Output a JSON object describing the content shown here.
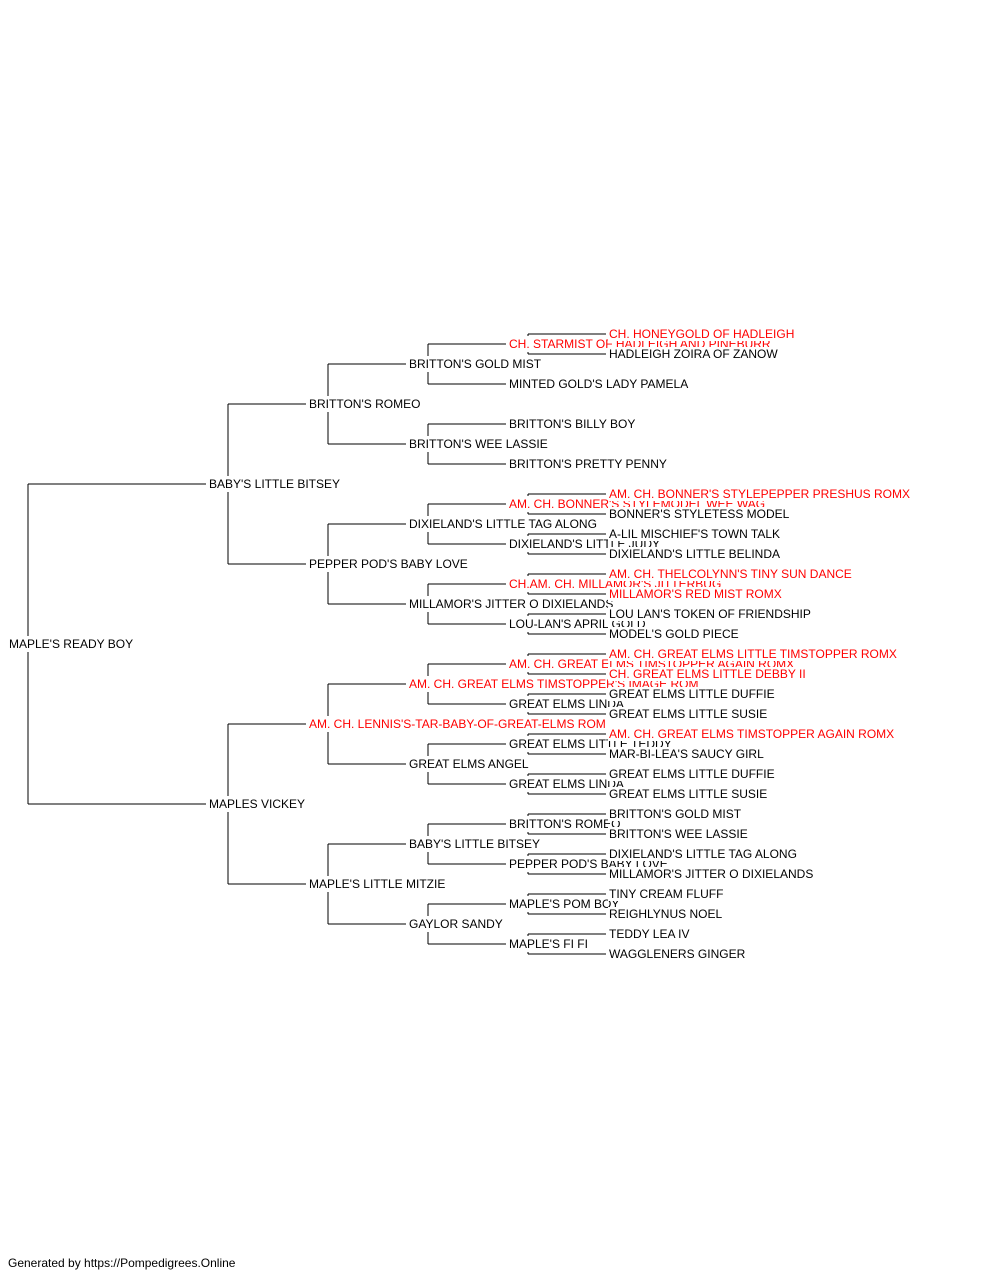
{
  "colors": {
    "champion": "#ff0000",
    "normal": "#000000",
    "line": "#000000"
  },
  "footer": "Generated by https://Pompedigrees.Online",
  "pedigree": {
    "name": "MAPLE'S READY BOY",
    "champion": false,
    "sire": {
      "name": "BABY'S LITTLE BITSEY",
      "champion": false,
      "sire": {
        "name": "BRITTON'S ROMEO",
        "champion": false,
        "sire": {
          "name": "BRITTON'S GOLD MIST",
          "champion": false,
          "sire": {
            "name": "CH. STARMIST OF HADLEIGH AND PINEBURR",
            "champion": true,
            "sire": {
              "name": "CH. HONEYGOLD OF HADLEIGH",
              "champion": true
            },
            "dam": {
              "name": "HADLEIGH ZOIRA OF ZANOW",
              "champion": false
            }
          },
          "dam": {
            "name": "MINTED GOLD'S LADY PAMELA",
            "champion": false
          }
        },
        "dam": {
          "name": "BRITTON'S WEE LASSIE",
          "champion": false,
          "sire": {
            "name": "BRITTON'S BILLY BOY",
            "champion": false
          },
          "dam": {
            "name": "BRITTON'S PRETTY PENNY",
            "champion": false
          }
        }
      },
      "dam": {
        "name": "PEPPER POD'S BABY LOVE",
        "champion": false,
        "sire": {
          "name": "DIXIELAND'S LITTLE TAG ALONG",
          "champion": false,
          "sire": {
            "name": "AM. CH. BONNER'S STYLEMODEL WEE WAG",
            "champion": true,
            "sire": {
              "name": "AM. CH. BONNER'S STYLEPEPPER PRESHUS ROMX",
              "champion": true
            },
            "dam": {
              "name": "BONNER'S STYLETESS MODEL",
              "champion": false
            }
          },
          "dam": {
            "name": "DIXIELAND'S LITTLE JUDY",
            "champion": false,
            "sire": {
              "name": "A-LIL MISCHIEF'S TOWN TALK",
              "champion": false
            },
            "dam": {
              "name": "DIXIELAND'S LITTLE BELINDA",
              "champion": false
            }
          }
        },
        "dam": {
          "name": "MILLAMOR'S JITTER O DIXIELANDS",
          "champion": false,
          "sire": {
            "name": "CH.AM. CH. MILLAMOR'S JITTERBUG",
            "champion": true,
            "sire": {
              "name": "AM. CH. THELCOLYNN'S TINY SUN DANCE",
              "champion": true
            },
            "dam": {
              "name": "MILLAMOR'S RED MIST ROMX",
              "champion": true
            }
          },
          "dam": {
            "name": "LOU-LAN'S APRIL GOLD",
            "champion": false,
            "sire": {
              "name": "LOU LAN'S TOKEN OF FRIENDSHIP",
              "champion": false
            },
            "dam": {
              "name": "MODEL'S GOLD PIECE",
              "champion": false
            }
          }
        }
      }
    },
    "dam": {
      "name": "MAPLES VICKEY",
      "champion": false,
      "sire": {
        "name": "AM. CH. LENNIS'S-TAR-BABY-OF-GREAT-ELMS ROM",
        "champion": true,
        "sire": {
          "name": "AM. CH. GREAT ELMS TIMSTOPPER'S IMAGE ROM",
          "champion": true,
          "sire": {
            "name": "AM. CH. GREAT ELMS TIMSTOPPER AGAIN ROMX",
            "champion": true,
            "sire": {
              "name": "AM. CH. GREAT ELMS LITTLE TIMSTOPPER ROMX",
              "champion": true
            },
            "dam": {
              "name": "CH. GREAT ELMS LITTLE DEBBY II",
              "champion": true
            }
          },
          "dam": {
            "name": "GREAT ELMS LINDA",
            "champion": false,
            "sire": {
              "name": "GREAT ELMS LITTLE DUFFIE",
              "champion": false
            },
            "dam": {
              "name": "GREAT ELMS LITTLE SUSIE",
              "champion": false
            }
          }
        },
        "dam": {
          "name": "GREAT ELMS ANGEL",
          "champion": false,
          "sire": {
            "name": "GREAT ELMS LITTLE TEDDY",
            "champion": false,
            "sire": {
              "name": "AM. CH. GREAT ELMS TIMSTOPPER AGAIN ROMX",
              "champion": true
            },
            "dam": {
              "name": "MAR-BI-LEA'S SAUCY GIRL",
              "champion": false
            }
          },
          "dam": {
            "name": "GREAT ELMS LINDA",
            "champion": false,
            "sire": {
              "name": "GREAT ELMS LITTLE DUFFIE",
              "champion": false
            },
            "dam": {
              "name": "GREAT ELMS LITTLE SUSIE",
              "champion": false
            }
          }
        }
      },
      "dam": {
        "name": "MAPLE'S LITTLE MITZIE",
        "champion": false,
        "sire": {
          "name": "BABY'S LITTLE BITSEY",
          "champion": false,
          "sire": {
            "name": "BRITTON'S ROMEO",
            "champion": false,
            "sire": {
              "name": "BRITTON'S GOLD MIST",
              "champion": false
            },
            "dam": {
              "name": "BRITTON'S WEE LASSIE",
              "champion": false
            }
          },
          "dam": {
            "name": "PEPPER POD'S BABY LOVE",
            "champion": false,
            "sire": {
              "name": "DIXIELAND'S LITTLE TAG ALONG",
              "champion": false
            },
            "dam": {
              "name": "MILLAMOR'S JITTER O DIXIELANDS",
              "champion": false
            }
          }
        },
        "dam": {
          "name": "GAYLOR SANDY",
          "champion": false,
          "sire": {
            "name": "MAPLE'S POM BOY",
            "champion": false,
            "sire": {
              "name": "TINY CREAM FLUFF",
              "champion": false
            },
            "dam": {
              "name": "REIGHLYNUS NOEL",
              "champion": false
            }
          },
          "dam": {
            "name": "MAPLE'S FI FI",
            "champion": false,
            "sire": {
              "name": "TEDDY LEA IV",
              "champion": false
            },
            "dam": {
              "name": "WAGGLENERS GINGER",
              "champion": false
            }
          }
        }
      }
    }
  }
}
